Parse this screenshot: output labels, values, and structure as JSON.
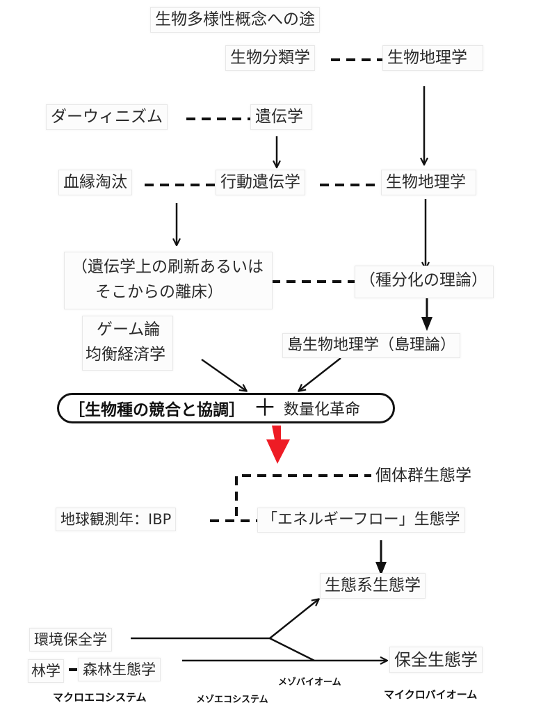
{
  "diagram": {
    "title": "生物多様性概念への途",
    "nodes": {
      "taxonomy": "生物分類学",
      "biogeography_top": "生物地理学",
      "darwinism": "ダーウィニズム",
      "genetics": "遺伝学",
      "kin_selection": "血縁淘汰",
      "behavioral_genetics": "行動遺伝学",
      "biogeography_mid": "生物地理学",
      "genetics_renewal_line1": "（遺伝学上の刷新あるいは",
      "genetics_renewal_line2": "そこからの離床）",
      "speciation_theory": "（種分化の理論）",
      "game_theory_line1": "ゲーム論",
      "game_theory_line2": "均衡経済学",
      "island_biogeography": "島生物地理学（島理論）",
      "competition_label": "［生物種の競合と協調］",
      "plus_sign": "＋",
      "quantitative_revolution": "数量化革命",
      "population_ecology": "個体群生態学",
      "ibp": "地球観測年：IBP",
      "energy_flow_ecology": "「エネルギーフロー」生態学",
      "ecosystem_ecology": "生態系生態学",
      "environmental_conservation": "環境保全学",
      "forestry": "林学",
      "forest_ecology": "森林生態学",
      "conservation_ecology": "保全生態学"
    },
    "scale_labels": {
      "macrocosystem": "マクロエコシステム",
      "mesoecosystem": "メゾエコシステム",
      "mesobiome": "メゾバイオーム",
      "microbiome": "マイクロバイオーム"
    },
    "colors": {
      "line": "#111111",
      "accent_arrow": "#ee1c25",
      "text": "#2a2a2a"
    }
  }
}
